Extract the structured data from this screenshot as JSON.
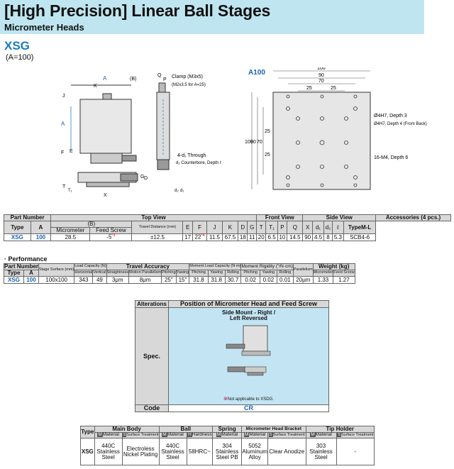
{
  "header": {
    "title": "[High Precision] Linear Ball Stages",
    "subtitle": "Micrometer Heads"
  },
  "model": {
    "code": "XSG",
    "condition": "(A=100)"
  },
  "drawing": {
    "labels": {
      "A": "A",
      "B": "(B)",
      "K": "K",
      "J": "J",
      "E": "E",
      "F": "F",
      "X": "X",
      "Q": "Q",
      "P": "P",
      "T": "T",
      "T1": "T₁",
      "G": "G",
      "D": "D",
      "d2": "d₂",
      "d1": "d₁"
    },
    "clamp_note_1": "Clamp (M3x5)",
    "clamp_note_2": "(M2x3.5 for A=25)",
    "through_note_1": "4-d₁ Through",
    "through_note_2": "d₂ Counterbore, Depth ℓ",
    "a100_title": "A100",
    "dims": {
      "d100": "100",
      "d90": "90",
      "d70": "70",
      "d25": "25"
    },
    "hole_note_1": "Ø4H7, Depth 3",
    "hole_note_2": "Ø4H7, Depth 4 (From Back)",
    "thread_note": "16-M4, Depth 6"
  },
  "spec_table": {
    "groups": [
      "Part Number",
      "Top View",
      "Front View",
      "Side View",
      "Accessories (4 pcs.)"
    ],
    "cols": [
      "Type",
      "A",
      "(B)",
      "Micrometer",
      "Feed Screw",
      "Travel Distance (mm)",
      "E",
      "F",
      "J",
      "K",
      "D",
      "G",
      "T",
      "T₁",
      "P",
      "Q",
      "X",
      "d₁",
      "d₂",
      "ℓ",
      "TypeM-L"
    ],
    "row": [
      "XSG",
      "100",
      "28.5",
      "-5",
      "±12.5",
      "17",
      "22",
      "11.5",
      "67.5",
      "18",
      "11",
      "20",
      "6.5",
      "10",
      "14.5",
      "90",
      "4.5",
      "8",
      "5.3",
      "SCB4-6"
    ],
    "notes": {
      "feed": "*3",
      "f": "*4"
    }
  },
  "performance": {
    "title": "· Performance",
    "groups": [
      "Part Number",
      "Stage Surface (mm)",
      "Load Capacity (N)",
      "Travel Accuracy",
      "Moment Load Capacity (N·m)",
      "Moment Rigidity (\"/N·cm)",
      "Parallelism",
      "Weight (kg)"
    ],
    "cols": [
      "Type",
      "A",
      "Horizontal",
      "Vertical",
      "Straightness",
      "Motion Parallelism",
      "Pitching",
      "Yawing",
      "Pitching",
      "Yawing",
      "Rolling",
      "Pitching",
      "Yawing",
      "Rolling",
      "Micrometer",
      "Feed Screw"
    ],
    "row": [
      "XSG",
      "100",
      "100x100",
      "343",
      "49",
      "3μm",
      "8μm",
      "25\"",
      "15\"",
      "31.8",
      "31.8",
      "30.7",
      "0.02",
      "0.02",
      "0.01",
      "20μm",
      "1.33",
      "1.27"
    ]
  },
  "alterations": {
    "label": "Alterations",
    "heading": "Position of Micrometer Head and Feed Screw",
    "option_1": "Side Mount - Right /",
    "option_2": "Left Reversed",
    "spec": "Spec.",
    "note": "Not applicable to XSDG.",
    "code_label": "Code",
    "code": "CR"
  },
  "material": {
    "groups": [
      "Type",
      "Main Body",
      "Ball",
      "Spring",
      "Micrometer Head Bracket",
      "Tip Holder"
    ],
    "sub": [
      "Material",
      "Surface Treatment",
      "Material",
      "Hardness",
      "Material",
      "Material",
      "Surface Treatment",
      "Material",
      "Surface Treatment"
    ],
    "row": {
      "type": "XSG",
      "body_mat": "440C Stainless Steel",
      "body_st": "Electroless Nickel Plating",
      "ball_mat": "440C Stainless Steel",
      "ball_hard": "58HRC~",
      "spring": "304 Stainless Steel PB",
      "bracket_mat": "5052 Aluminum Alloy",
      "bracket_st": "Clear Anodize",
      "tip_mat": "303 Stainless Steel",
      "tip_st": "-"
    }
  },
  "colors": {
    "header_bg": "#bfe6f0",
    "accent": "#1a7bbf",
    "alt_bg": "#c3e5f3"
  }
}
